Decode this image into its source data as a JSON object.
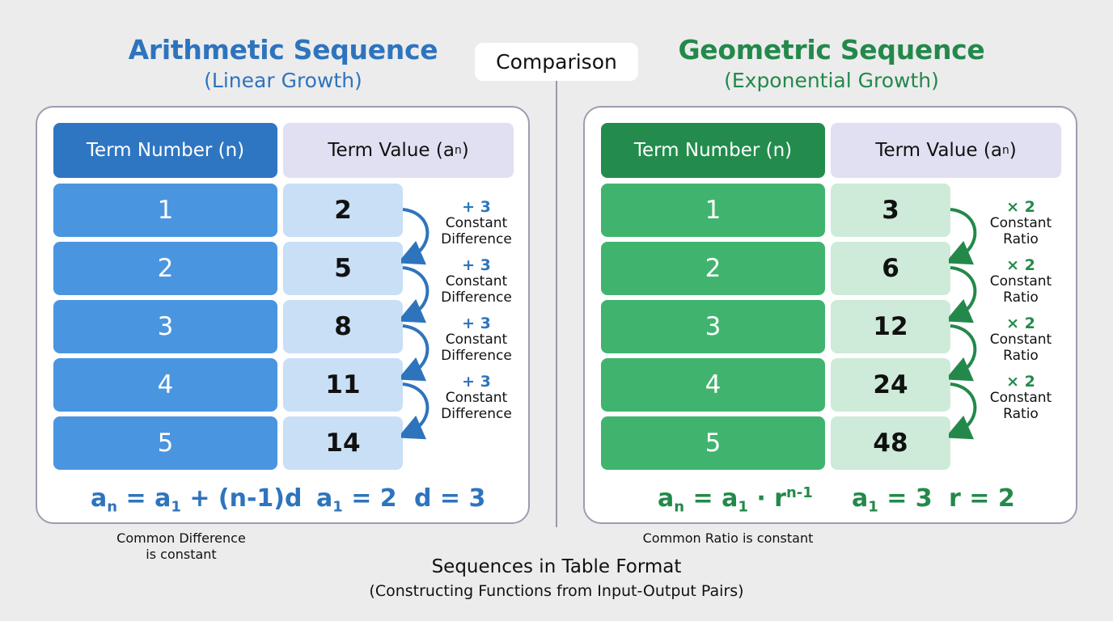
{
  "center": {
    "comparison_label": "Comparison"
  },
  "arithmetic": {
    "title": "Arithmetic Sequence",
    "subtitle": "(Linear Growth)",
    "header_n": "Term Number (n)",
    "header_v_main": "Term Value (a",
    "header_v_sub": "n",
    "header_v_close": ")",
    "rows": [
      {
        "n": "1",
        "v": "2"
      },
      {
        "n": "2",
        "v": "5"
      },
      {
        "n": "3",
        "v": "8"
      },
      {
        "n": "4",
        "v": "11"
      },
      {
        "n": "5",
        "v": "14"
      }
    ],
    "steps": [
      {
        "op": "+ 3",
        "line1": "Constant",
        "line2": "Difference"
      },
      {
        "op": "+ 3",
        "line1": "Constant",
        "line2": "Difference"
      },
      {
        "op": "+ 3",
        "line1": "Constant",
        "line2": "Difference"
      },
      {
        "op": "+ 3",
        "line1": "Constant",
        "line2": "Difference"
      }
    ],
    "formula": {
      "lhs": "a",
      "lhs_sub": "n",
      "eq": " = a",
      "a_sub": "1",
      "rest": " + (n-1)d"
    },
    "param1": {
      "a": "a",
      "sub": "1",
      "rest": " = 2"
    },
    "param2": "d = 3",
    "caption_line1": "Common Difference",
    "caption_line2": "is constant",
    "color": "#2e74bd"
  },
  "geometric": {
    "title": "Geometric Sequence",
    "subtitle": "(Exponential Growth)",
    "header_n": "Term Number (n)",
    "header_v_main": "Term Value (a",
    "header_v_sub": "n",
    "header_v_close": ")",
    "rows": [
      {
        "n": "1",
        "v": "3"
      },
      {
        "n": "2",
        "v": "6"
      },
      {
        "n": "3",
        "v": "12"
      },
      {
        "n": "4",
        "v": "24"
      },
      {
        "n": "5",
        "v": "48"
      }
    ],
    "steps": [
      {
        "op": "× 2",
        "line1": "Constant",
        "line2": "Ratio"
      },
      {
        "op": "× 2",
        "line1": "Constant",
        "line2": "Ratio"
      },
      {
        "op": "× 2",
        "line1": "Constant",
        "line2": "Ratio"
      },
      {
        "op": "× 2",
        "line1": "Constant",
        "line2": "Ratio"
      }
    ],
    "formula": {
      "lhs": "a",
      "lhs_sub": "n",
      "eq": " = a",
      "a_sub": "1",
      "rest": " · r",
      "exp": "n-1"
    },
    "param1": {
      "a": "a",
      "sub": "1",
      "rest": " = 3"
    },
    "param2": "r = 2",
    "caption": "Common Ratio is constant",
    "color": "#23894a"
  },
  "footer": {
    "title": "Sequences in Table Format",
    "subtitle": "(Constructing Functions from Input-Output Pairs)"
  }
}
